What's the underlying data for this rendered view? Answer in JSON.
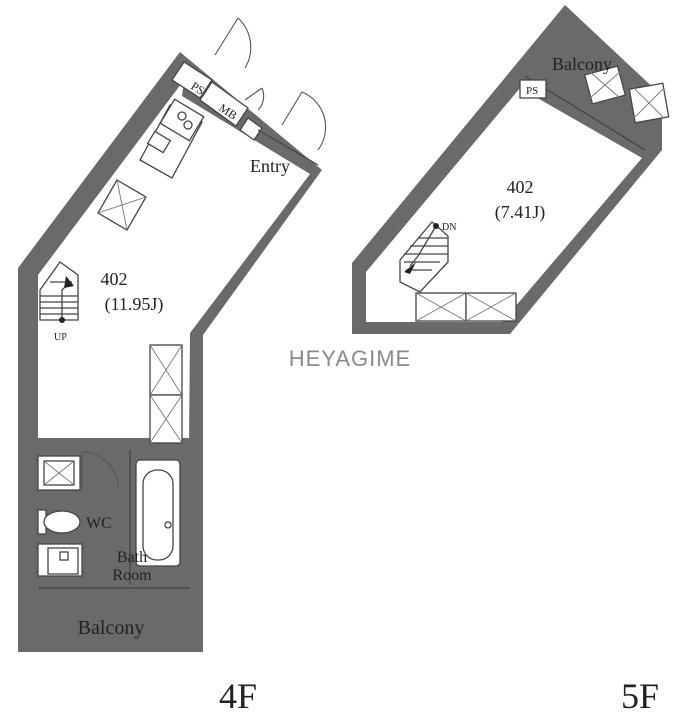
{
  "floors": [
    {
      "floor_label": "4F",
      "room_number": "402",
      "room_area": "(11.95J)",
      "rooms": {
        "entry": "Entry",
        "ps": "PS",
        "mb": "MB",
        "wc": "WC",
        "bath_line1": "Bath",
        "bath_line2": "Room",
        "balcony": "Balcony",
        "stairs_up": "UP"
      }
    },
    {
      "floor_label": "5F",
      "room_number": "402",
      "room_area": "(7.41J)",
      "rooms": {
        "balcony": "Balcony",
        "ps": "PS",
        "stairs_down": "DN"
      }
    }
  ],
  "watermark": "HEYAGIME"
}
